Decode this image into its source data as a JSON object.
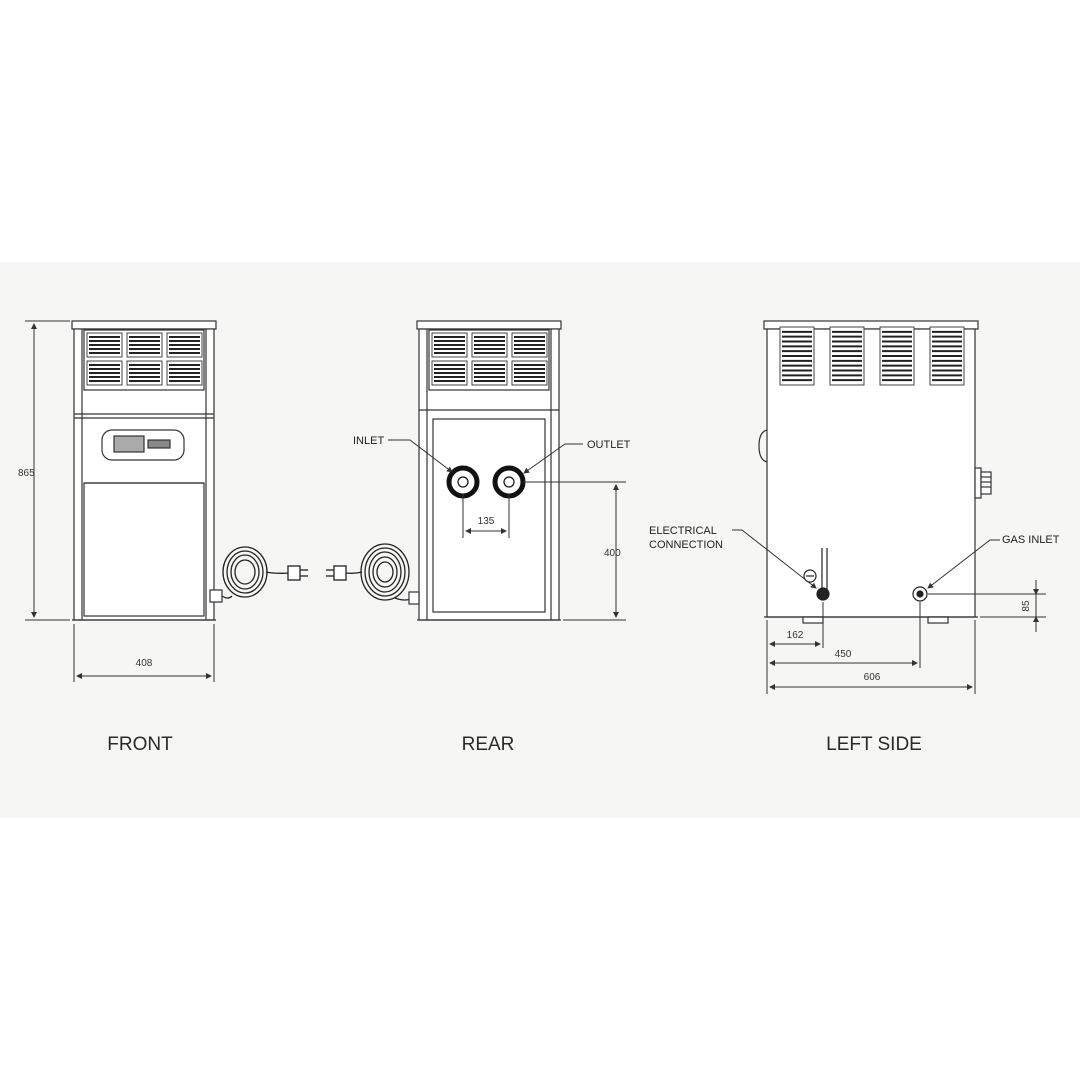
{
  "views": {
    "front": {
      "title": "FRONT",
      "dimensions": {
        "height": "865",
        "width": "408"
      }
    },
    "rear": {
      "title": "REAR",
      "callouts": {
        "inlet": "INLET",
        "outlet": "OUTLET"
      },
      "dimensions": {
        "spacing": "135",
        "height": "400"
      }
    },
    "left_side": {
      "title": "LEFT SIDE",
      "callouts": {
        "electrical_line1": "ELECTRICAL",
        "electrical_line2": "CONNECTION",
        "gas_inlet": "GAS INLET"
      },
      "dimensions": {
        "gas_height": "85",
        "d1": "162",
        "d2": "450",
        "depth": "606"
      }
    }
  },
  "colors": {
    "band": "#f6f6f4",
    "line": "#333333"
  }
}
